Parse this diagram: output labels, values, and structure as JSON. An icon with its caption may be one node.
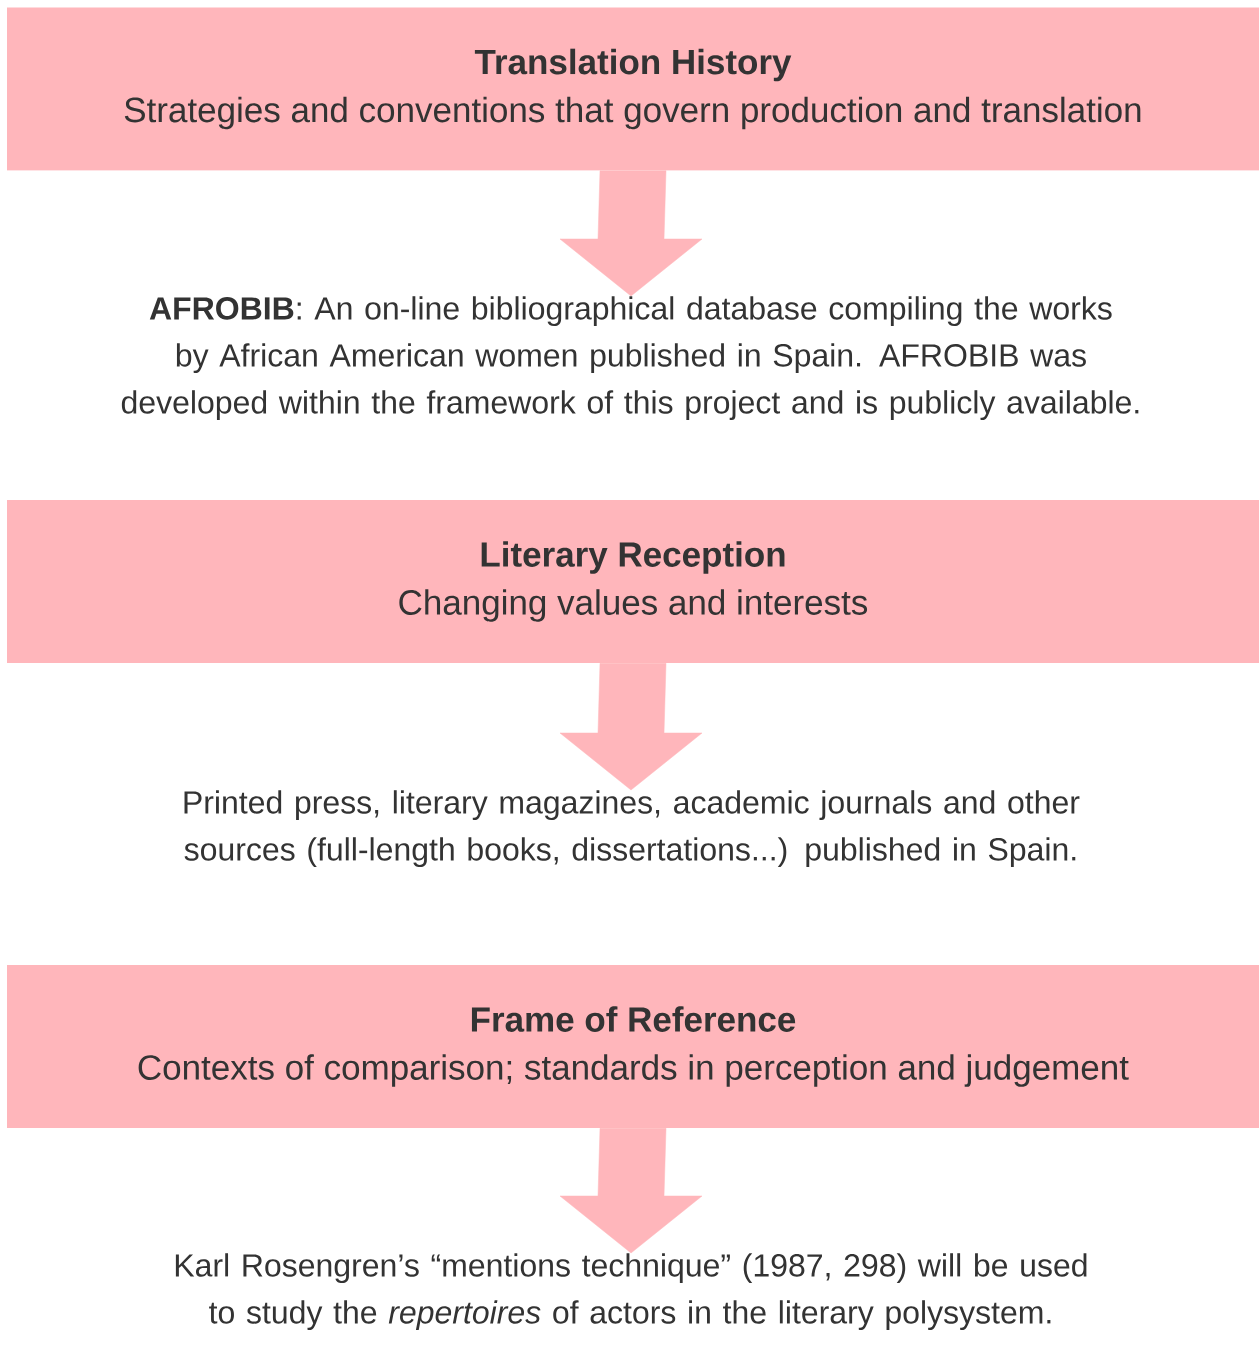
{
  "diagram": {
    "nodes": [
      {
        "text": [
          "Translation History",
          "Strategies and conventions that govern production and translation"
        ]
      },
      {
        "text": [
          "**AFROBIB**: An on-line bibliographical database compiling the works by African American women published in Spain. AFROBIB was developed within the framework of this project and is publicly available."
        ]
      },
      {
        "text": [
          "Literary Reception",
          "Changing values and interests"
        ]
      },
      {
        "text": [
          "Printed press, literary magazines, academic journals and other sources (full-length books, dissertations...) published in Spain."
        ]
      },
      {
        "text": [
          "Frame of Reference",
          "Contexts of comparison; standards in perception and judgement"
        ]
      },
      {
        "text": [
          "Karl Rosengren’s “mentions technique” (1987, 298) will be used to study the *repertoires* of actors in the literary polysystem."
        ]
      }
    ],
    "edges": [
      {
        "from": 0,
        "to": 1,
        "arrow": "to"
      },
      {
        "from": 2,
        "to": 3,
        "arrow": "to"
      },
      {
        "from": 4,
        "to": 5,
        "arrow": "to"
      }
    ]
  }
}
